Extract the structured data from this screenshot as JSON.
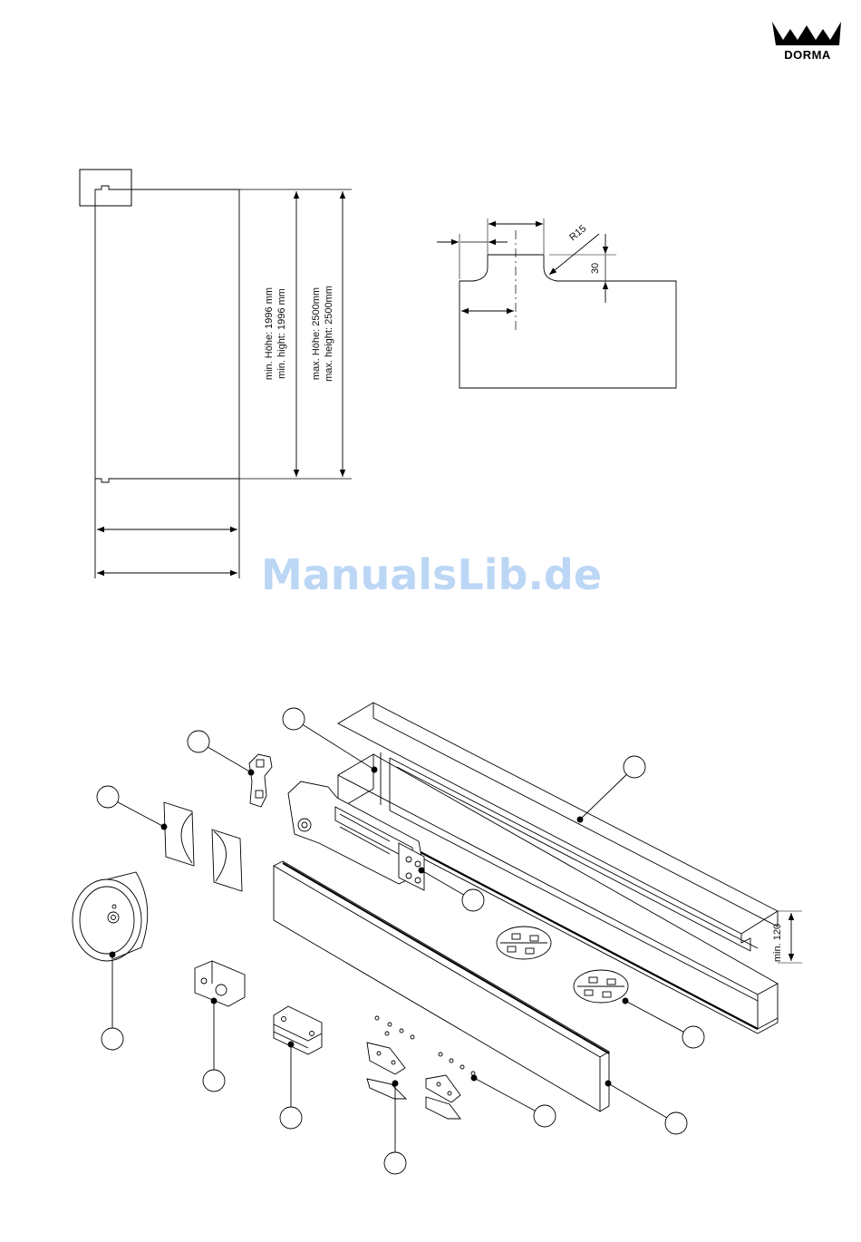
{
  "brand": {
    "name": "DORMA"
  },
  "watermark": {
    "text": "ManualsLib.de"
  },
  "height_drawing": {
    "min_label_de": "min. Höhe: 1996 mm",
    "min_label_en": "min. hight: 1996 mm",
    "max_label_de": "max. Höhe: 2500mm",
    "max_label_en": "max. height: 2500mm"
  },
  "cutout_detail": {
    "radius_label": "R15",
    "depth_label": "30"
  },
  "exploded_view": {
    "clearance_label": "min. 120"
  }
}
